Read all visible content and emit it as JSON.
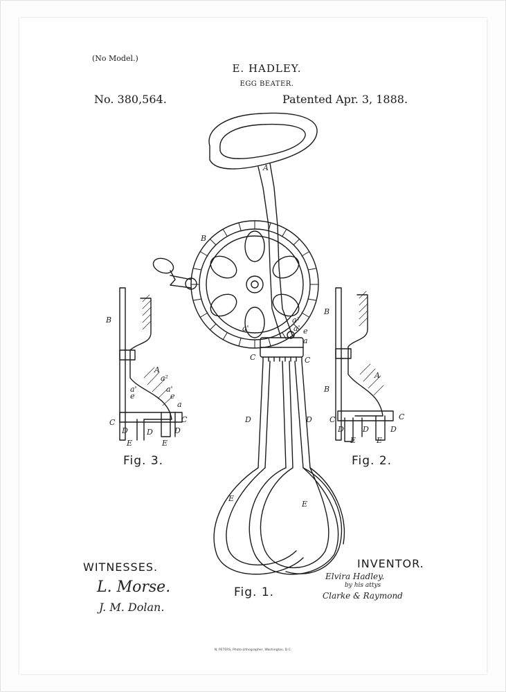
{
  "header": {
    "no_model": "(No Model.)",
    "inventor_name": "E. HADLEY.",
    "invention": "EGG BEATER.",
    "patent_number": "No. 380,564.",
    "patented_date": "Patented Apr. 3, 1888."
  },
  "figures": {
    "fig1": "Fig. 1.",
    "fig2": "Fig. 2.",
    "fig3": "Fig. 3."
  },
  "part_labels": {
    "A": "A",
    "B": "B",
    "C": "C",
    "D": "D",
    "E": "E",
    "a": "a",
    "a1": "a'",
    "a2": "a²",
    "e": "e"
  },
  "footer": {
    "witnesses_label": "WITNESSES.",
    "witness_1": "L. Morse.",
    "witness_2": "J. M. Dolan.",
    "inventor_label": "INVENTOR.",
    "inventor_signature": "Elvira Hadley.",
    "by_attys": "by his attys",
    "attorneys": "Clarke & Raymond",
    "printer": "N. PETERS, Photo-Lithographer, Washington, D.C."
  },
  "colors": {
    "ink": "#1a1a1a",
    "paper": "#ffffff",
    "frame": "#fdfdfd"
  }
}
